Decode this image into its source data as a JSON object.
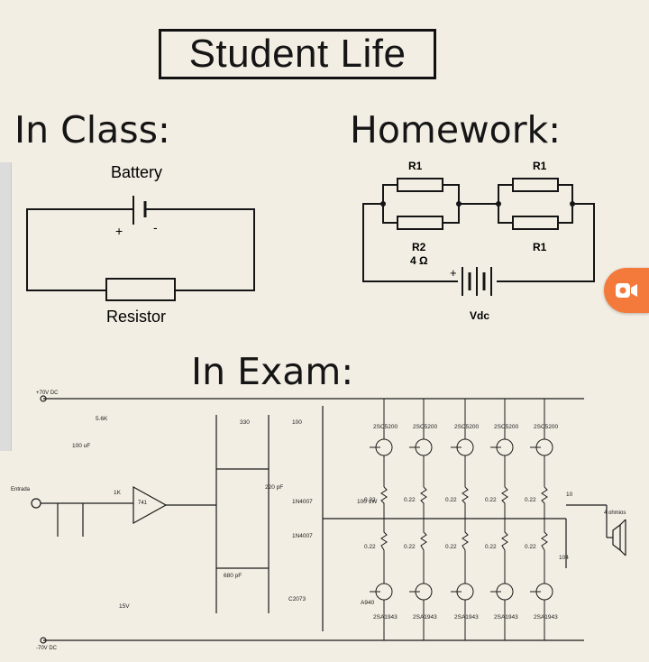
{
  "title": "Student Life",
  "sections": {
    "class": "In Class:",
    "homework": "Homework:",
    "exam": "In Exam:"
  },
  "class_circuit": {
    "battery": "Battery",
    "resistor": "Resistor",
    "plus": "+",
    "minus": "-"
  },
  "homework_circuit": {
    "r1_a": "R1",
    "r1_b": "R1",
    "r2": "R2",
    "r2_value": "4 Ω",
    "r1_c": "R1",
    "plus": "+",
    "source": "Vdc"
  },
  "exam_circuit": {
    "top_rail": "+70V DC",
    "bottom_rail": "-70V DC",
    "input": "Entrada",
    "output": "4 ohmios",
    "opamp": "741",
    "upper_transistors": [
      "2SC5200",
      "2SC5200",
      "2SC5200",
      "2SC5200",
      "2SC5200"
    ],
    "lower_transistors": [
      "2SA1943",
      "2SA1943",
      "2SA1943",
      "2SA1943",
      "2SA1943"
    ],
    "emitter_resistors": [
      "0.22",
      "0.22",
      "0.22",
      "0.22",
      "0.22"
    ],
    "diodes": [
      "1N4007",
      "1N4007"
    ],
    "misc_labels": [
      "330",
      "100",
      "100 uF",
      "1K",
      "5.6K",
      "220 pF",
      "680 pF",
      "15V",
      "100 1W",
      "10",
      "104",
      "C2073",
      "A940"
    ]
  },
  "icons": {
    "recorder": "video-camera-icon"
  },
  "colors": {
    "background": "#f3eee4",
    "ink": "#151515",
    "recorder": "#f47a3c"
  }
}
